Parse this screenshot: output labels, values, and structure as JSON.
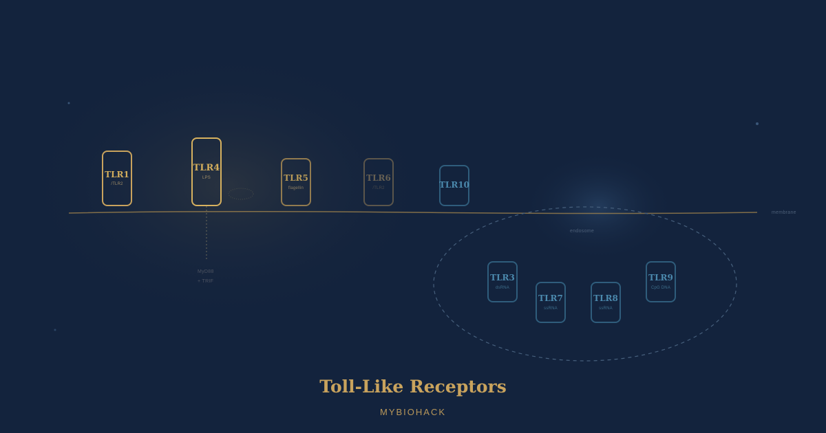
{
  "diagram": {
    "membrane_label": "membrane",
    "endosome_label": "endosome",
    "pathway_label": [
      "MyD88",
      "+ TRIF"
    ],
    "colors": {
      "background": "#13233d",
      "gold": "#d2ad5c",
      "blue": "#4b89ad",
      "membrane": "#b08f4f",
      "endosome_outline": "#47607d"
    },
    "surface_receptors": [
      {
        "name": "TLR1",
        "ligand": "/TLR2",
        "opacity": 1.0
      },
      {
        "name": "TLR4",
        "ligand": "LPS",
        "opacity": 1.0
      },
      {
        "name": "TLR5",
        "ligand": "flagellin",
        "opacity": 0.75
      },
      {
        "name": "TLR6",
        "ligand": "/TLR2",
        "opacity": 0.55
      },
      {
        "name": "TLR10",
        "ligand": "",
        "opacity": 0.8
      }
    ],
    "endosomal_receptors": [
      {
        "name": "TLR3",
        "ligand": "dsRNA"
      },
      {
        "name": "TLR7",
        "ligand": "ssRNA"
      },
      {
        "name": "TLR8",
        "ligand": "ssRNA"
      },
      {
        "name": "TLR9",
        "ligand": "CpG DNA"
      }
    ]
  },
  "footer": {
    "title": "Toll-Like Receptors",
    "brand": "MYBIOHACK"
  }
}
